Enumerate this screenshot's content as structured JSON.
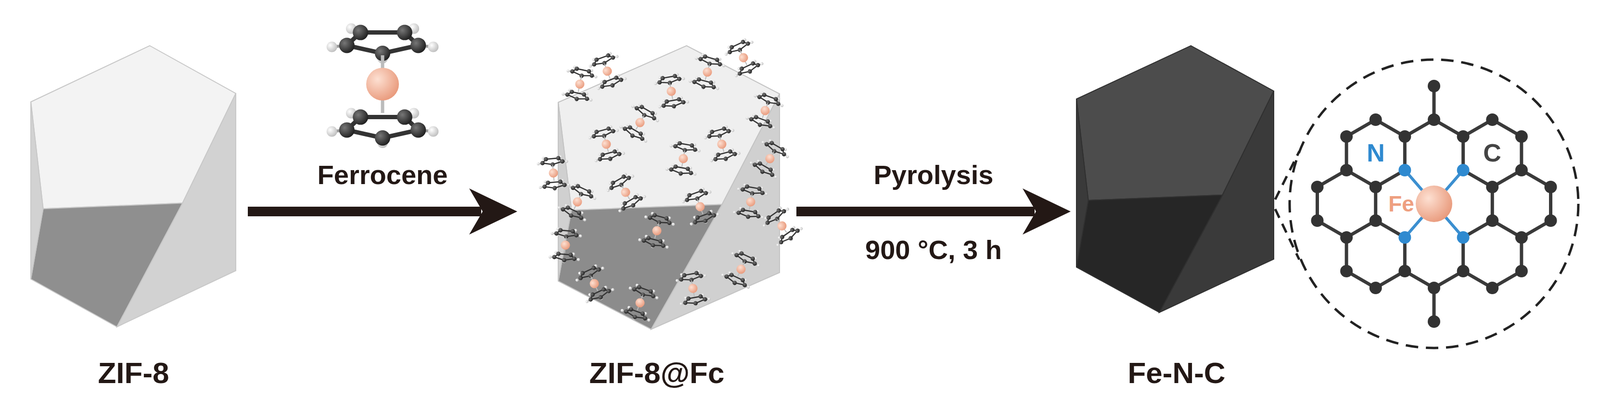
{
  "diagram": {
    "nodes": [
      {
        "text": [
          "ZIF-8"
        ]
      },
      {
        "text": [
          "ZIF-8@Fc"
        ]
      },
      {
        "text": [
          "Fe-N-C"
        ]
      }
    ],
    "edges": [
      {
        "from": 0,
        "to": 1,
        "arrow": "to",
        "label": "Ferrocene"
      },
      {
        "from": 1,
        "to": 2,
        "arrow": "to",
        "label": "Pyrolysis"
      }
    ],
    "labels": [
      "900 °C, 3 h",
      "N",
      "C",
      "Fe"
    ]
  }
}
